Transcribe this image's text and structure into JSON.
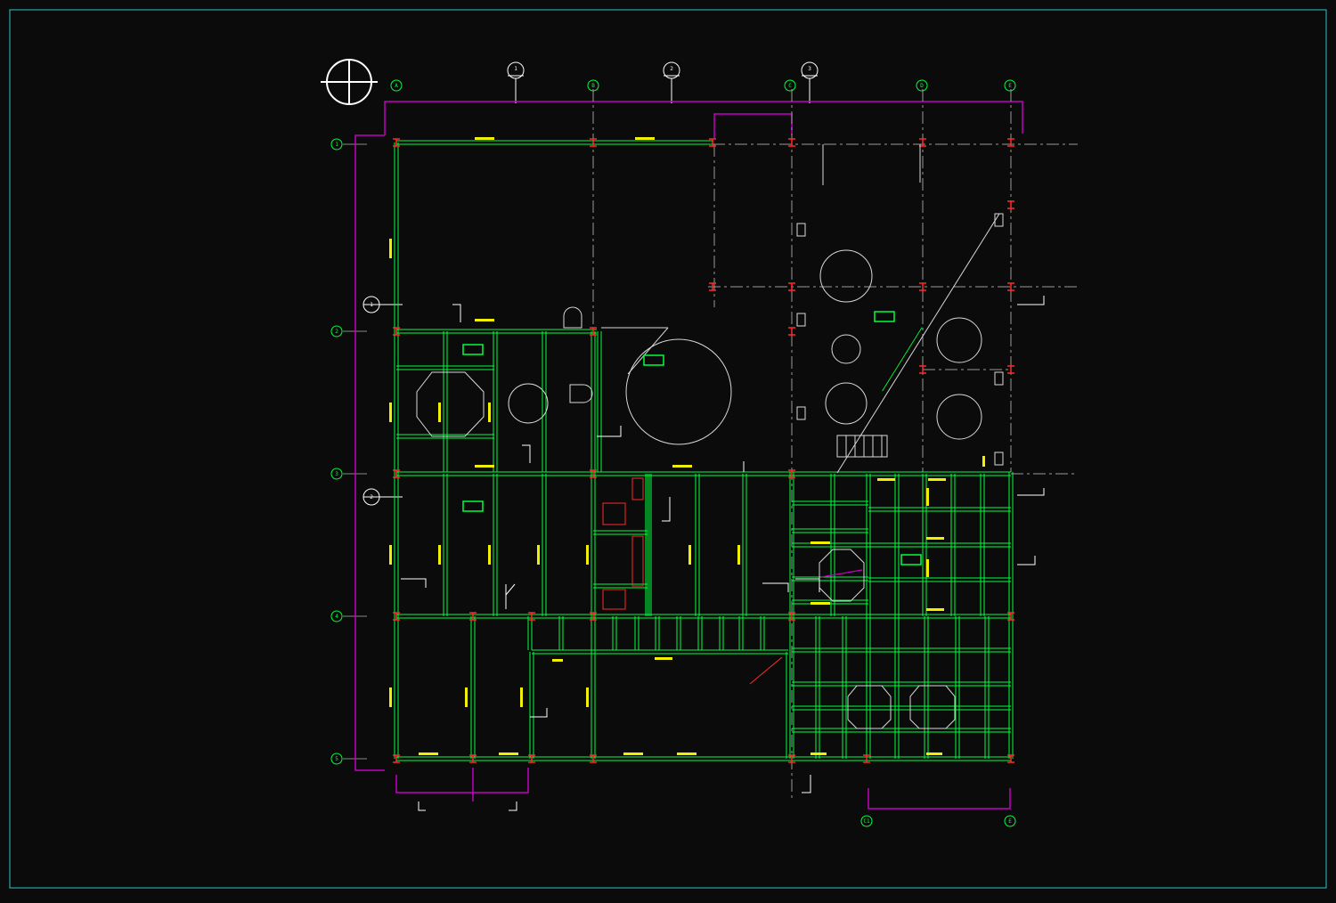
{
  "drawing": {
    "grid_labels": {
      "top": [
        "A",
        "B",
        "C",
        "D",
        "E"
      ],
      "bottom": [
        "C1",
        "E"
      ],
      "left": [
        "1",
        "2",
        "3",
        "4",
        "5"
      ],
      "top_markers": [
        "1",
        "2",
        "3"
      ],
      "side_markers": [
        "1",
        "2"
      ]
    },
    "colors": {
      "background": "#0b0b0c",
      "frame": "#2ec4c4",
      "beam": "#00ff3c",
      "dimension": "#c400c4",
      "column": "#ff2a2a",
      "label": "#f0f000",
      "linework": "#d8d8d8"
    }
  }
}
